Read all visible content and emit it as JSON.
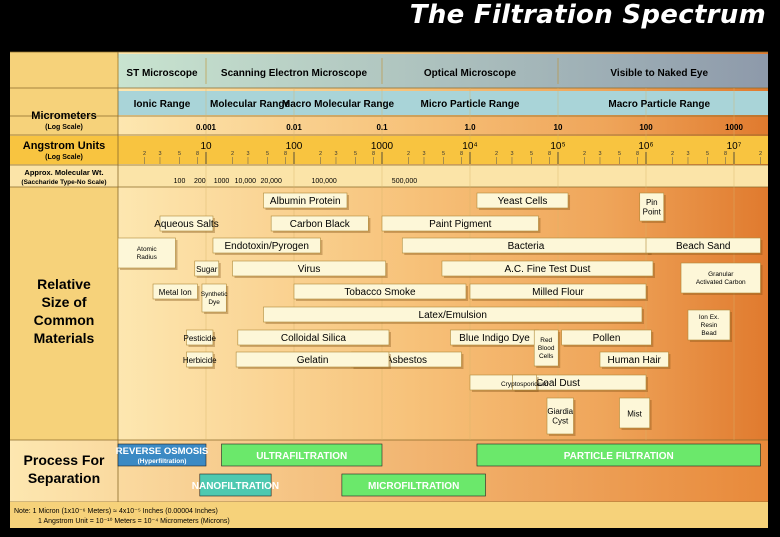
{
  "header": {
    "title": "The Filtration Spectrum"
  },
  "colors": {
    "panel": "#f6d27a",
    "stripe": "#f6c24e",
    "range_band": "#a9d4d8",
    "right_edge": "#e07a2e",
    "box": "#fdf7d8",
    "reverse_osmosis": "#3b8ac4",
    "filtration_green": "#6be86b",
    "nanofiltration": "#4ec9b0",
    "outer_bg": "#000000"
  },
  "row_labels": {
    "micrometers": "Micrometers",
    "micrometers_sub": "(Log Scale)",
    "angstrom": "Angstrom Units",
    "angstrom_sub": "(Log Scale)",
    "mw": "Approx. Molecular Wt.",
    "mw_sub": "(Saccharide Type-No Scale)",
    "relative_1": "Relative",
    "relative_2": "Size of",
    "relative_3": "Common",
    "relative_4": "Materials",
    "process_1": "Process For",
    "process_2": "Separation"
  },
  "footnote": {
    "line1": "Note: 1 Micron (1x10⁻⁶ Meters) ≈ 4x10⁻⁵ Inches (0.00004 Inches)",
    "line2": "1 Angstrom Unit = 10⁻¹⁰ Meters = 10⁻⁴ Micrometers (Microns)"
  },
  "chart_data": {
    "type": "table",
    "title": "The Filtration Spectrum",
    "x_scale": "log",
    "x_range_micrometers": [
      0.0001,
      2000
    ],
    "microscopes": [
      {
        "label": "ST Microscope",
        "from": 0.0001,
        "to": 0.001
      },
      {
        "label": "Scanning Electron Microscope",
        "from": 0.001,
        "to": 0.1
      },
      {
        "label": "Optical Microscope",
        "from": 0.1,
        "to": 10
      },
      {
        "label": "Visible to Naked Eye",
        "from": 10,
        "to": 2000
      }
    ],
    "ranges": [
      {
        "label": "Ionic Range",
        "from": 0.0001,
        "to": 0.001
      },
      {
        "label": "Molecular Range",
        "from": 0.001,
        "to": 0.01
      },
      {
        "label": "Macro Molecular Range",
        "from": 0.01,
        "to": 0.1
      },
      {
        "label": "Micro Particle Range",
        "from": 0.1,
        "to": 10
      },
      {
        "label": "Macro Particle Range",
        "from": 10,
        "to": 2000
      }
    ],
    "micrometer_ticks": [
      {
        "label": "0.001",
        "value": 0.001
      },
      {
        "label": "0.01",
        "value": 0.01
      },
      {
        "label": "0.1",
        "value": 0.1
      },
      {
        "label": "1.0",
        "value": 1
      },
      {
        "label": "10",
        "value": 10
      },
      {
        "label": "100",
        "value": 100
      },
      {
        "label": "1000",
        "value": 1000
      }
    ],
    "angstrom_ticks": [
      {
        "label": "10",
        "value": 10
      },
      {
        "label": "100",
        "value": 100
      },
      {
        "label": "1000",
        "value": 1000
      },
      {
        "label": "10⁴",
        "value": 10000
      },
      {
        "label": "10⁵",
        "value": 100000
      },
      {
        "label": "10⁶",
        "value": 1000000
      },
      {
        "label": "10⁷",
        "value": 10000000
      }
    ],
    "angstrom_minor_labels": [
      "2",
      "3",
      "5",
      "8"
    ],
    "molecular_weights": [
      {
        "label": "100",
        "micrometer": 0.0005
      },
      {
        "label": "200",
        "micrometer": 0.00085
      },
      {
        "label": "1000",
        "micrometer": 0.0015
      },
      {
        "label": "10,000",
        "micrometer": 0.0028
      },
      {
        "label": "20,000",
        "micrometer": 0.0055
      },
      {
        "label": "100,000",
        "micrometer": 0.022
      },
      {
        "label": "500,000",
        "micrometer": 0.18
      }
    ],
    "materials": [
      {
        "label": "Albumin Protein",
        "from": 0.0045,
        "to": 0.04
      },
      {
        "label": "Yeast Cells",
        "from": 1.2,
        "to": 13
      },
      {
        "label": "Pin Point",
        "from": 90,
        "to": 150
      },
      {
        "label": "Aqueous Salts",
        "from": 0.0003,
        "to": 0.0012
      },
      {
        "label": "Carbon Black",
        "from": 0.0055,
        "to": 0.07
      },
      {
        "label": "Paint Pigment",
        "from": 0.1,
        "to": 6
      },
      {
        "label": "Atomic Radius",
        "from": 0.0001,
        "to": 0.00045
      },
      {
        "label": "Endotoxin/Pyrogen",
        "from": 0.0012,
        "to": 0.02
      },
      {
        "label": "Bacteria",
        "from": 0.17,
        "to": 110
      },
      {
        "label": "Beach Sand",
        "from": 100,
        "to": 2000
      },
      {
        "label": "Sugar",
        "from": 0.0008,
        "to": 0.0013
      },
      {
        "label": "Virus",
        "from": 0.002,
        "to": 0.11
      },
      {
        "label": "A.C. Fine Test Dust",
        "from": 0.48,
        "to": 120
      },
      {
        "label": "Granular Activated Carbon",
        "from": 250,
        "to": 2000
      },
      {
        "label": "Metal Ion",
        "from": 0.00025,
        "to": 0.0008
      },
      {
        "label": "Synthetic Dye",
        "from": 0.0009,
        "to": 0.0017
      },
      {
        "label": "Tobacco Smoke",
        "from": 0.01,
        "to": 0.9
      },
      {
        "label": "Milled Flour",
        "from": 1,
        "to": 100
      },
      {
        "label": "Latex/Emulsion",
        "from": 0.0045,
        "to": 90
      },
      {
        "label": "Ion Ex. Resin Bead",
        "from": 300,
        "to": 900
      },
      {
        "label": "Pesticide",
        "from": 0.0006,
        "to": 0.0012
      },
      {
        "label": "Colloidal Silica",
        "from": 0.0023,
        "to": 0.12
      },
      {
        "label": "Blue Indigo Dye",
        "from": 0.6,
        "to": 6
      },
      {
        "label": "Red Blood Cells",
        "from": 6,
        "to": 9
      },
      {
        "label": "Pollen",
        "from": 11,
        "to": 115
      },
      {
        "label": "Herbicide",
        "from": 0.0006,
        "to": 0.0012
      },
      {
        "label": "Asbestos",
        "from": 0.045,
        "to": 0.8
      },
      {
        "label": "Human Hair",
        "from": 30,
        "to": 180
      },
      {
        "label": "Gelatin",
        "from": 0.0022,
        "to": 0.12
      },
      {
        "label": "Coal Dust",
        "from": 1,
        "to": 100
      },
      {
        "label": "Cryptosporidium",
        "from": 3.5,
        "to": 5
      },
      {
        "label": "Giardia Cyst",
        "from": 7.5,
        "to": 15
      },
      {
        "label": "Mist",
        "from": 50,
        "to": 110
      }
    ],
    "processes": [
      {
        "label": "REVERSE OSMOSIS",
        "sublabel": "(Hyperfiltration)",
        "from": 0.0001,
        "to": 0.001
      },
      {
        "label": "ULTRAFILTRATION",
        "from": 0.0015,
        "to": 0.1
      },
      {
        "label": "PARTICLE FILTRATION",
        "from": 1.2,
        "to": 2000
      },
      {
        "label": "NANOFILTRATION",
        "from": 0.00085,
        "to": 0.0055
      },
      {
        "label": "MICROFILTRATION",
        "from": 0.035,
        "to": 1.5
      }
    ]
  }
}
